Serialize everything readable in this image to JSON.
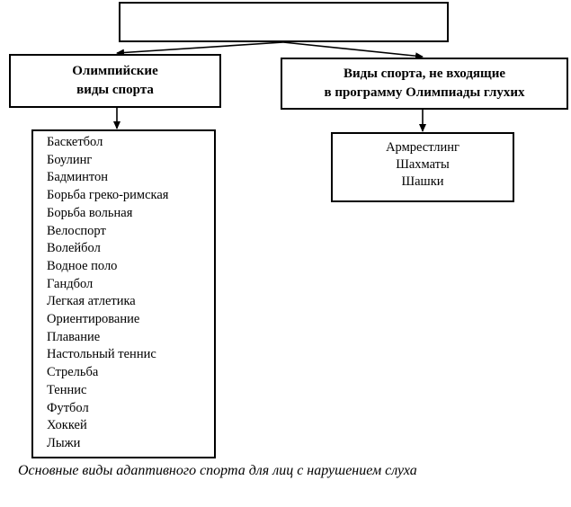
{
  "diagram": {
    "root_label": "",
    "olympic": {
      "heading_lines": [
        "Олимпийские",
        "виды спорта"
      ],
      "items": [
        "Баскетбол",
        "Боулинг",
        "Бадминтон",
        "Борьба греко-римская",
        "Борьба вольная",
        "Велоспорт",
        "Волейбол",
        "Водное поло",
        "Гандбол",
        "Легкая атлетика",
        "Ориентирование",
        "Плавание",
        "Настольный теннис",
        "Стрельба",
        "Теннис",
        "Футбол",
        "Хоккей",
        "Лыжи"
      ]
    },
    "non_olympic": {
      "heading_lines": [
        "Виды спорта, не входящие",
        "в программу Олимпиады глухих"
      ],
      "items": [
        "Армрестлинг",
        "Шахматы",
        "Шашки"
      ]
    },
    "caption": "Основные виды адаптивного спорта для лиц с нарушением слуха"
  }
}
